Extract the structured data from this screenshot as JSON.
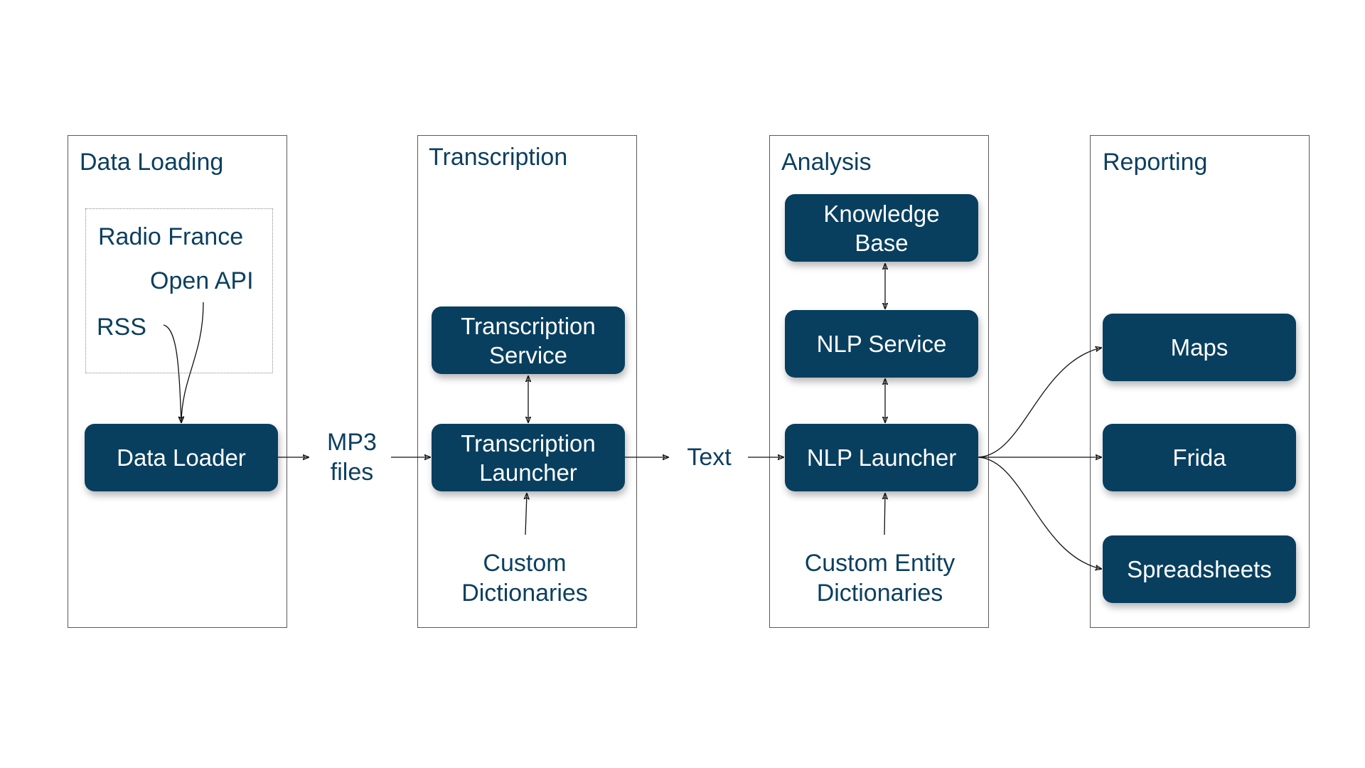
{
  "groups": {
    "data_loading": {
      "title": "Data Loading",
      "source_labels": {
        "radio_france": "Radio France",
        "open_api": "Open API",
        "rss": "RSS"
      },
      "nodes": {
        "data_loader": "Data Loader"
      }
    },
    "transcription": {
      "title": "Transcription",
      "nodes": {
        "transcription_service": "Transcription\nService",
        "transcription_launcher": "Transcription\nLauncher"
      },
      "input_label": "Custom\nDictionaries"
    },
    "analysis": {
      "title": "Analysis",
      "nodes": {
        "knowledge_base": "Knowledge\nBase",
        "nlp_service": "NLP Service",
        "nlp_launcher": "NLP Launcher"
      },
      "input_label": "Custom Entity\nDictionaries"
    },
    "reporting": {
      "title": "Reporting",
      "nodes": {
        "maps": "Maps",
        "frida": "Frida",
        "spreadsheets": "Spreadsheets"
      }
    }
  },
  "flow_labels": {
    "mp3_files": "MP3\nfiles",
    "text": "Text"
  },
  "edges": [
    {
      "from": "RSS",
      "to": "Data Loader",
      "type": "directed"
    },
    {
      "from": "Open API",
      "to": "Data Loader",
      "type": "directed"
    },
    {
      "from": "Data Loader",
      "to": "MP3 files",
      "type": "directed"
    },
    {
      "from": "MP3 files",
      "to": "Transcription Launcher",
      "type": "directed"
    },
    {
      "from": "Transcription Launcher",
      "to": "Transcription Service",
      "type": "bidirectional"
    },
    {
      "from": "Custom Dictionaries",
      "to": "Transcription Launcher",
      "type": "directed"
    },
    {
      "from": "Transcription Launcher",
      "to": "Text",
      "type": "directed"
    },
    {
      "from": "Text",
      "to": "NLP Launcher",
      "type": "directed"
    },
    {
      "from": "NLP Launcher",
      "to": "NLP Service",
      "type": "bidirectional"
    },
    {
      "from": "NLP Service",
      "to": "Knowledge Base",
      "type": "bidirectional"
    },
    {
      "from": "Custom Entity Dictionaries",
      "to": "NLP Launcher",
      "type": "directed"
    },
    {
      "from": "NLP Launcher",
      "to": "Maps",
      "type": "directed"
    },
    {
      "from": "NLP Launcher",
      "to": "Frida",
      "type": "directed"
    },
    {
      "from": "NLP Launcher",
      "to": "Spreadsheets",
      "type": "directed"
    }
  ],
  "colors": {
    "node_fill": "#083f5f",
    "node_text": "#ffffff",
    "label_text": "#0b3f5f",
    "border": "#5a5a5a"
  }
}
